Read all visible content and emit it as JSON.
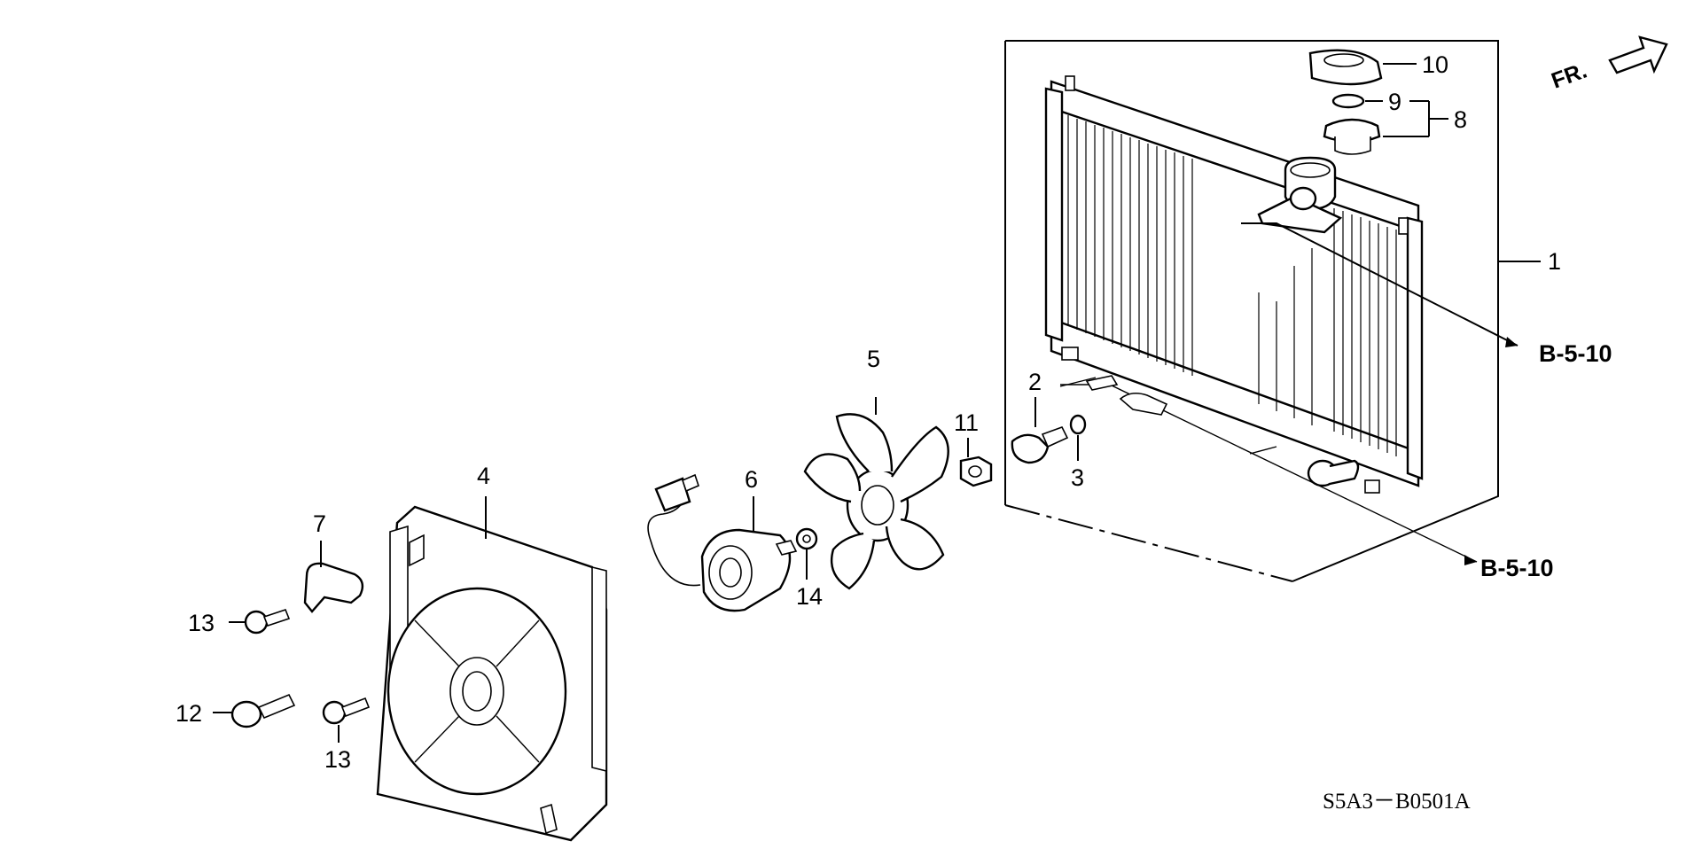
{
  "diagram": {
    "orientation_label": "FR.",
    "drawing_code": "S5A3－B0501A",
    "callouts": {
      "radiator": "1",
      "drain_plug": "2",
      "o_ring": "3",
      "fan_shroud": "4",
      "fan": "5",
      "fan_motor": "6",
      "wire_clip": "7",
      "cap_assembly": "8",
      "cap_seal": "9",
      "cap_gasket": "10",
      "fan_nut": "11",
      "flange_bolt": "12",
      "bolt_upper": "13",
      "bolt_lower": "13",
      "washer": "14"
    },
    "references": {
      "upper_hose": "B-5-10",
      "lower_hose": "B-5-10"
    }
  }
}
